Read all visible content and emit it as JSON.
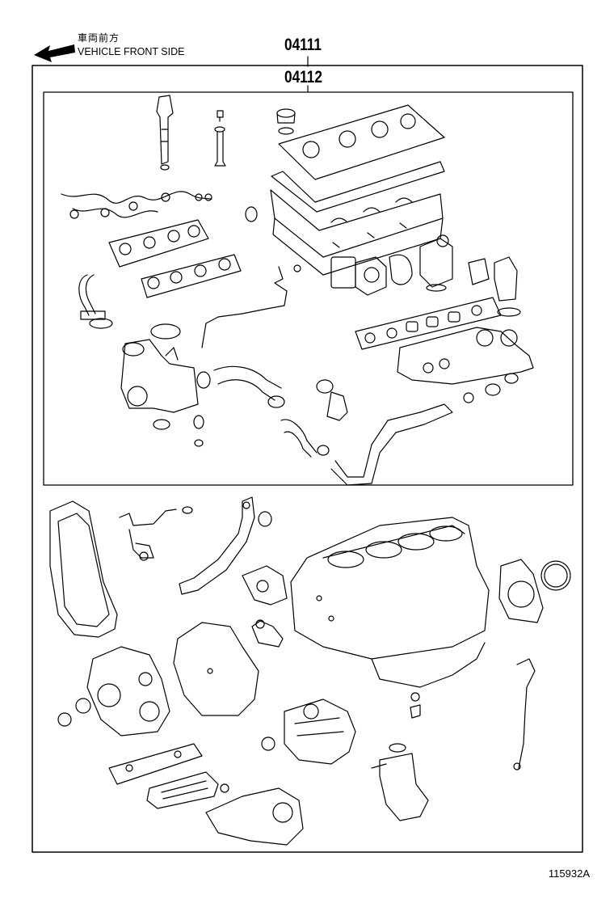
{
  "direction": {
    "label_jp": "車両前方",
    "label_en": "VEHICLE FRONT SIDE",
    "arrow_icon": "left-arrow-icon"
  },
  "parts": {
    "outer_kit": "04111",
    "inner_kit": "04112"
  },
  "illustration_id": "115932A",
  "colors": {
    "line": "#000000",
    "background": "#ffffff"
  }
}
